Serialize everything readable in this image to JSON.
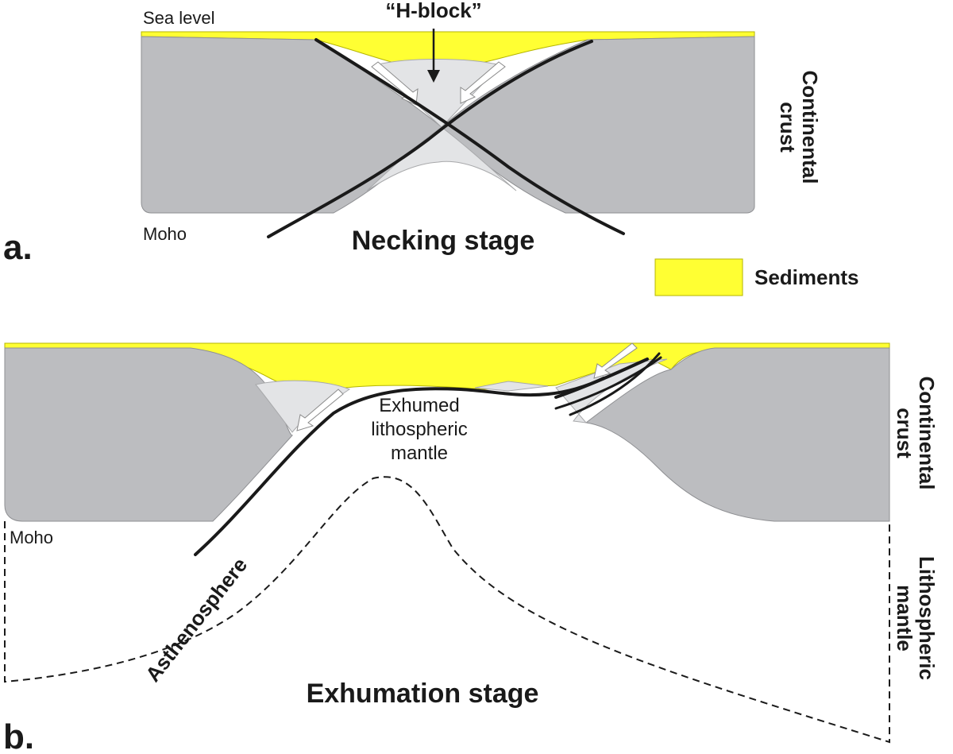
{
  "panel_a": {
    "panel_label": "a.",
    "stage_title": "Necking stage",
    "sea_level_label": "Sea level",
    "moho_label": "Moho",
    "hblock_label": "“H-block”",
    "crust_label": [
      "Continental",
      "crust"
    ]
  },
  "legend": {
    "sediments_label": "Sediments",
    "sediments_color": "#ffff33"
  },
  "panel_b": {
    "panel_label": "b.",
    "stage_title": "Exhumation stage",
    "moho_label": "Moho",
    "exhumed_label": [
      "Exhumed",
      "lithospheric",
      "mantle"
    ],
    "asthenosphere_label": "Asthenosphere",
    "crust_label": [
      "Continental",
      "crust"
    ],
    "mantle_label": [
      "Lithospheric",
      "mantle"
    ]
  },
  "colors": {
    "crust": "#bcbdc0",
    "hblock": "#e3e4e6",
    "sediments": "#ffff33",
    "fault": "#1a1a1a"
  }
}
